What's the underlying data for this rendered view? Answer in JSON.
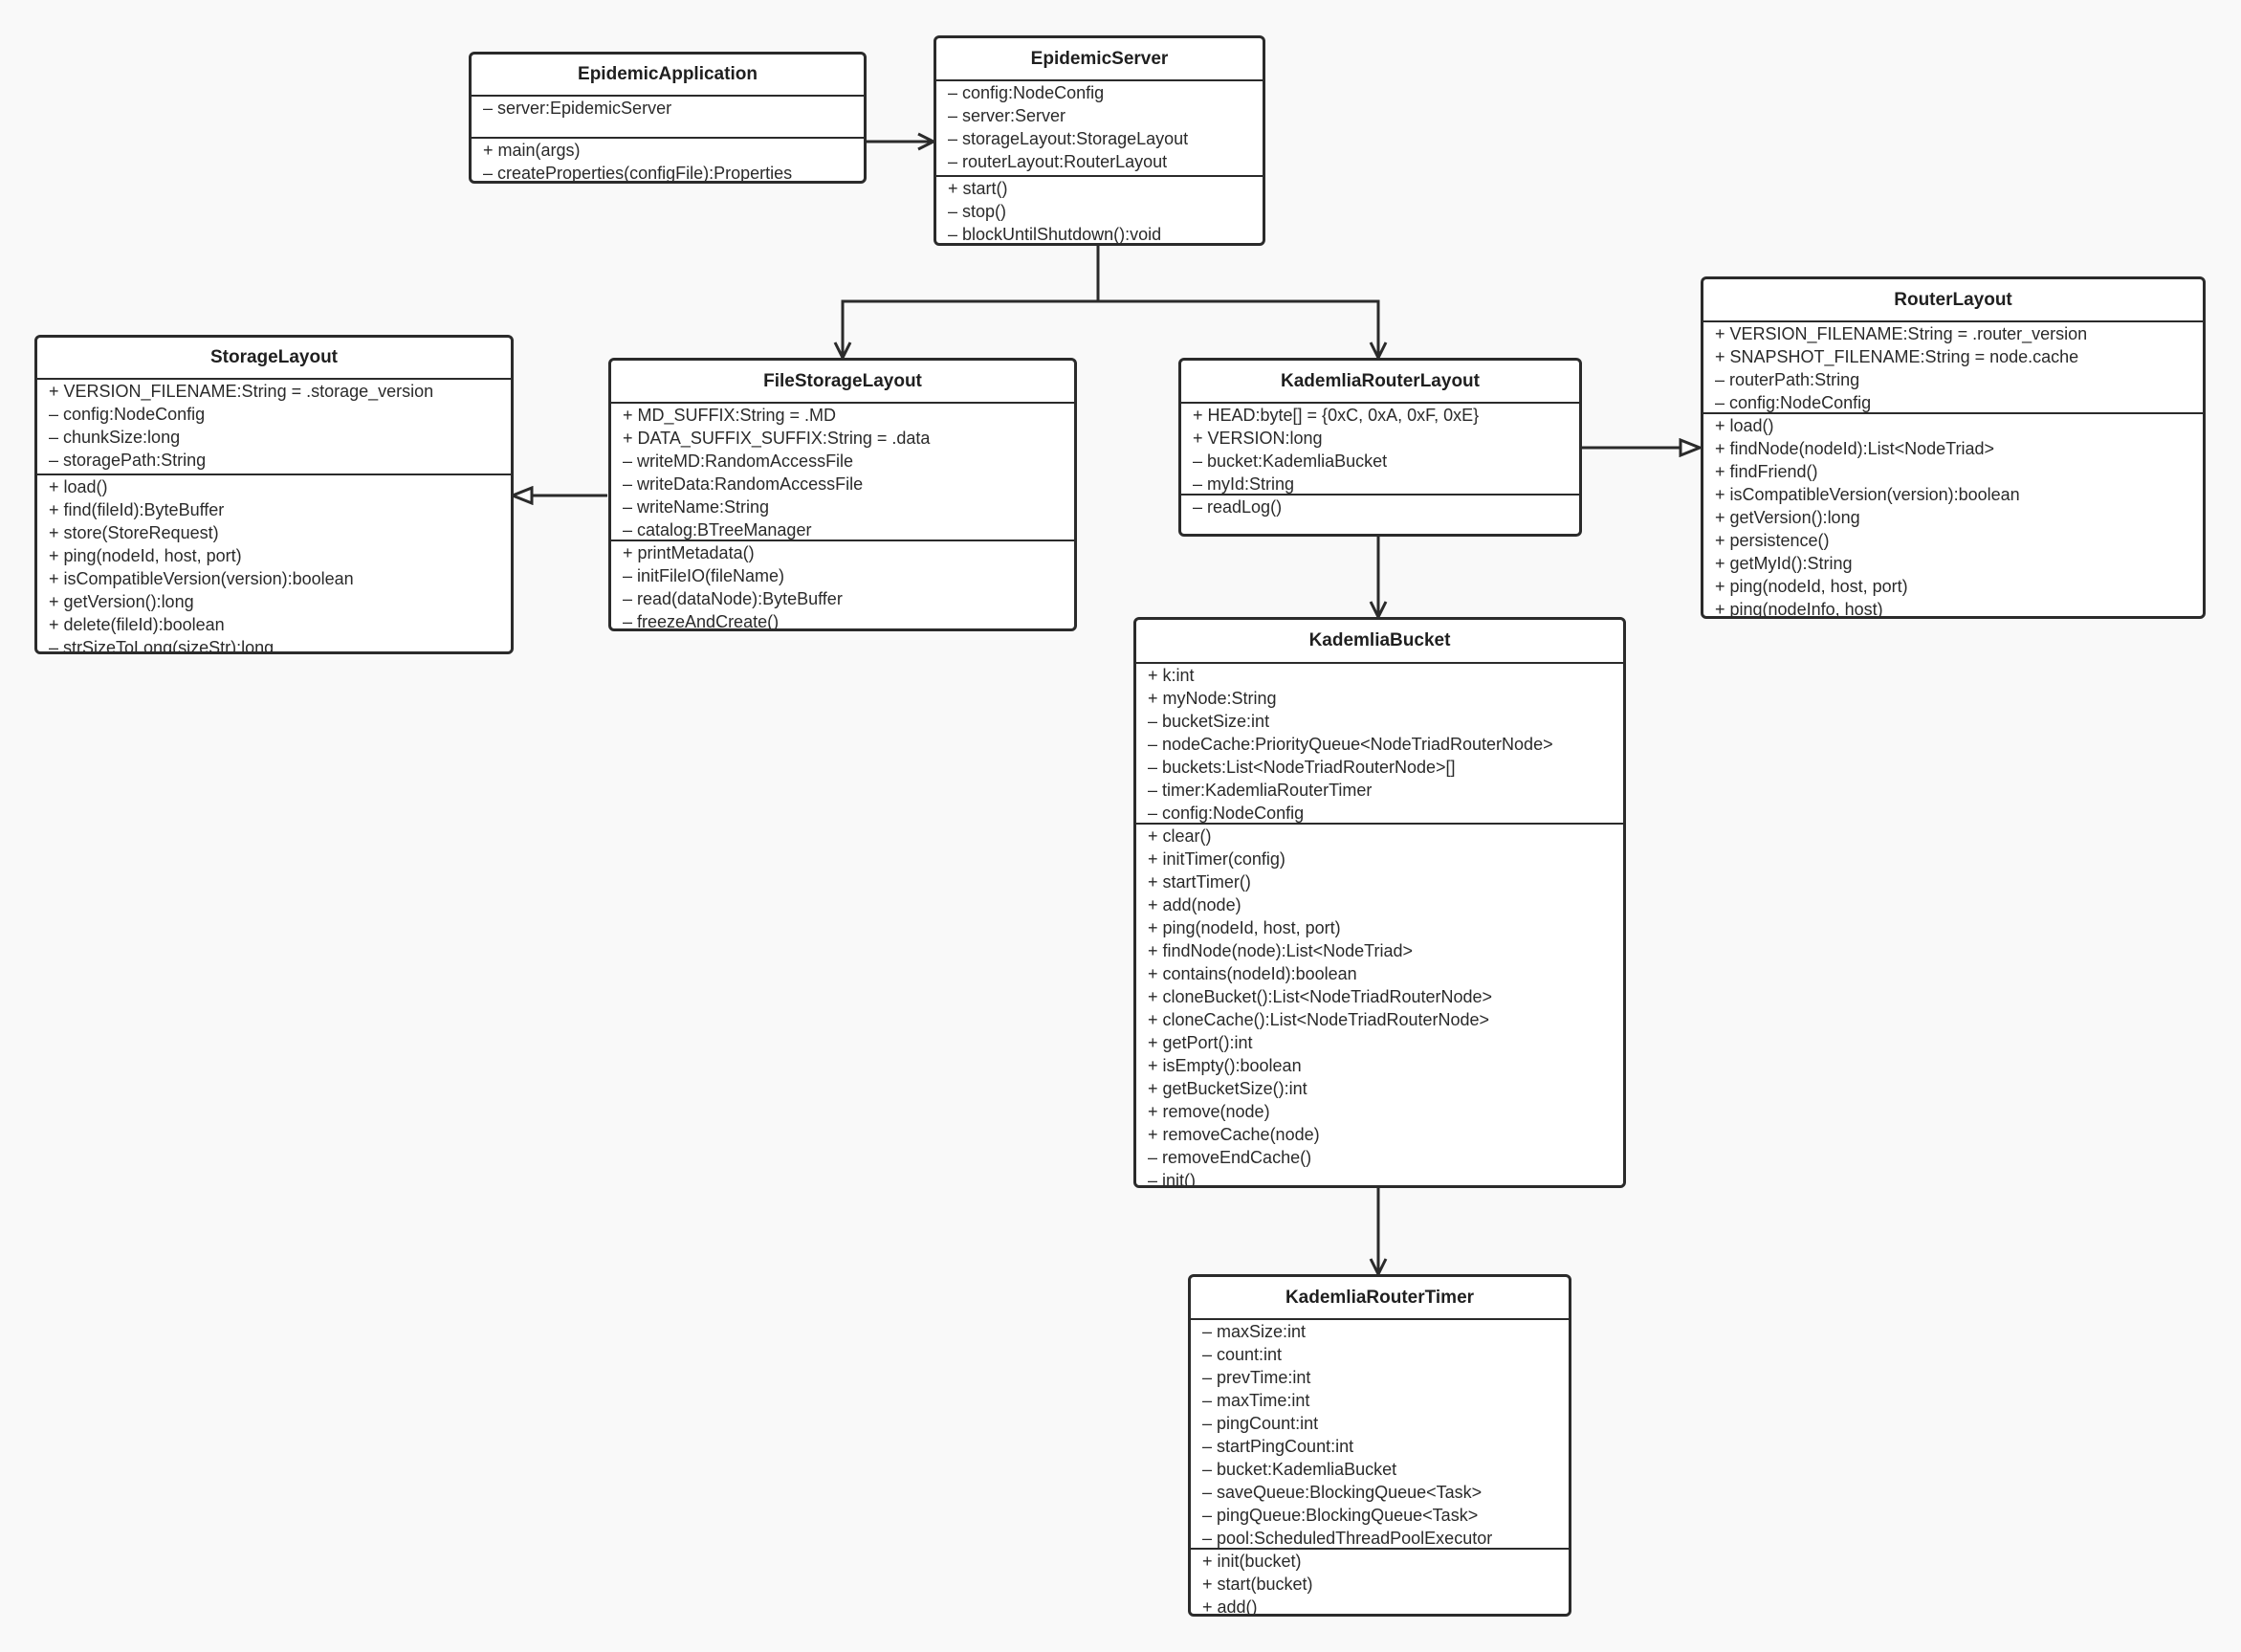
{
  "classes": {
    "epidemic_application": {
      "name": "EpidemicApplication",
      "attributes": [
        "– server:EpidemicServer"
      ],
      "methods": [
        "+ main(args)",
        "– createProperties(configFile):Properties"
      ]
    },
    "epidemic_server": {
      "name": "EpidemicServer",
      "attributes": [
        "– config:NodeConfig",
        "– server:Server",
        "– storageLayout:StorageLayout",
        "– routerLayout:RouterLayout"
      ],
      "methods": [
        "+ start()",
        "– stop()",
        "– blockUntilShutdown():void"
      ]
    },
    "storage_layout": {
      "name": "StorageLayout",
      "attributes": [
        "+ VERSION_FILENAME:String = .storage_version",
        "– config:NodeConfig",
        "– chunkSize:long",
        "– storagePath:String"
      ],
      "methods": [
        "+ load()",
        "+ find(fileId):ByteBuffer",
        "+ store(StoreRequest)",
        "+ ping(nodeId, host, port)",
        "+ isCompatibleVersion(version):boolean",
        "+ getVersion():long",
        "+ delete(fileId):boolean",
        "– strSizeToLong(sizeStr):long"
      ]
    },
    "file_storage_layout": {
      "name": "FileStorageLayout",
      "attributes": [
        "+ MD_SUFFIX:String = .MD",
        "+ DATA_SUFFIX_SUFFIX:String = .data",
        "– writeMD:RandomAccessFile",
        "– writeData:RandomAccessFile",
        "– writeName:String",
        "– catalog:BTreeManager"
      ],
      "methods": [
        "+ printMetadata()",
        "– initFileIO(fileName)",
        "– read(dataNode):ByteBuffer",
        "– freezeAndCreate()"
      ]
    },
    "kademlia_router_layout": {
      "name": "KademliaRouterLayout",
      "attributes": [
        "+ HEAD:byte[] = {0xC, 0xA, 0xF, 0xE}",
        "+ VERSION:long",
        "– bucket:KademliaBucket",
        "– myId:String"
      ],
      "methods": [
        "– readLog()"
      ]
    },
    "router_layout": {
      "name": "RouterLayout",
      "attributes": [
        "+ VERSION_FILENAME:String = .router_version",
        "+ SNAPSHOT_FILENAME:String = node.cache",
        "– routerPath:String",
        "– config:NodeConfig"
      ],
      "methods": [
        "+ load()",
        "+ findNode(nodeId):List<NodeTriad>",
        "+ findFriend()",
        "+ isCompatibleVersion(version):boolean",
        "+ getVersion():long",
        "+ persistence()",
        "+ getMyId():String",
        "+ ping(nodeId, host, port)",
        "+ ping(nodeInfo, host)"
      ]
    },
    "kademlia_bucket": {
      "name": "KademliaBucket",
      "attributes": [
        "+ k:int",
        "+ myNode:String",
        "– bucketSize:int",
        "– nodeCache:PriorityQueue<NodeTriadRouterNode>",
        "– buckets:List<NodeTriadRouterNode>[]",
        "– timer:KademliaRouterTimer",
        "– config:NodeConfig"
      ],
      "methods": [
        "+ clear()",
        "+ initTimer(config)",
        "+ startTimer()",
        "+ add(node)",
        "+ ping(nodeId, host, port)",
        "+ findNode(node):List<NodeTriad>",
        "+ contains(nodeId):boolean",
        "+ cloneBucket():List<NodeTriadRouterNode>",
        "+ cloneCache():List<NodeTriadRouterNode>",
        "+ getPort():int",
        "+ isEmpty():boolean",
        "+ getBucketSize():int",
        "+ remove(node)",
        "+ removeCache(node)",
        "– removeEndCache()",
        "– init()"
      ]
    },
    "kademlia_router_timer": {
      "name": "KademliaRouterTimer",
      "attributes": [
        "– maxSize:int",
        "– count:int",
        "– prevTime:int",
        "– maxTime:int",
        "– pingCount:int",
        "– startPingCount:int",
        "– bucket:KademliaBucket",
        "– saveQueue:BlockingQueue<Task>",
        "– pingQueue:BlockingQueue<Task>",
        "– pool:ScheduledThreadPoolExecutor"
      ],
      "methods": [
        "+ init(bucket)",
        "+ start(bucket)",
        "+ add()"
      ]
    }
  },
  "colors": {
    "background": "#f9f9f9",
    "stroke": "#2b2b2b",
    "box_fill": "#ffffff",
    "text": "#2a2a2a"
  }
}
